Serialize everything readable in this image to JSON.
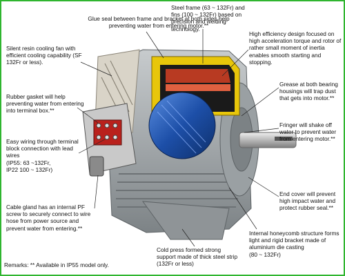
{
  "callouts": {
    "glue_seal": "Glue seal between frame and bracket at both sides help preventing water from entering motor.**",
    "steel_frame": "Steel frame (63 ~ 132Fr) and fins (100 ~ 132Fr) based on precision and welding technology.",
    "cooling_fan": "Silent resin cooling fan with efficient cooling capability (SF 132Fr or less).",
    "high_efficiency": "High efficiency design focused on high acceleration torque and rotor of rather small moment of inertia enables smooth starting and stopping.",
    "grease": "Grease at both bearing housings will trap dust that gets into motor.**",
    "rubber_gasket": "Rubber gasket will help preventing water from entering into terminal box.**",
    "fringer": "Fringer will shake off water to prevent water from entering motor.**",
    "wiring": "Easy wiring through terminal block connection with lead wires\n(IP55: 63 ~132Fr,\nIP22 100 ~ 132Fr)",
    "end_cover": "End cover will prevent high impact water and protect rubber seal.**",
    "cable_gland": "Cable gland has an internal PF screw to securely connect to wire hose from power source and prevent water from entering.**",
    "honeycomb": "Internal honeycomb structure forms light and rigid bracket made of aluminium die casting\n(80 ~ 132Fr)",
    "cold_press": "Cold press formed strong support made of thick steel strip\n(132Fr or less)"
  },
  "remarks": "Remarks: ** Available in IP55 model only.",
  "colors": {
    "border": "#2fb52f",
    "frame": "#a9adb0",
    "cutaway": "#e8c60a",
    "winding": "#b83a22",
    "rotor": "#1d4fa8",
    "terminal": "#b9211c"
  }
}
